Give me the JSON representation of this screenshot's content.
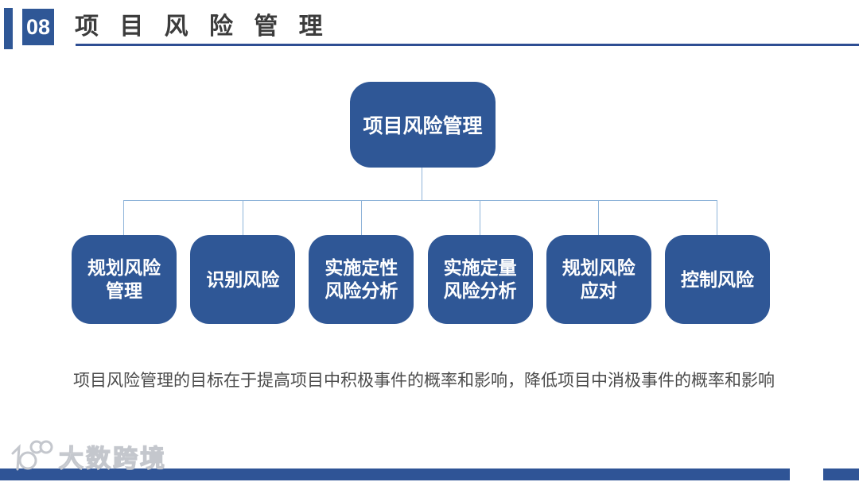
{
  "header": {
    "number": "08",
    "title": "项 目 风 险 管 理"
  },
  "diagram": {
    "root_label": "项目风险管理",
    "children": [
      {
        "label": "规划风险\n管理"
      },
      {
        "label": "识别风险"
      },
      {
        "label": "实施定性\n风险分析"
      },
      {
        "label": "实施定量\n风险分析"
      },
      {
        "label": "规划风险\n应对"
      },
      {
        "label": "控制风险"
      }
    ]
  },
  "description": "项目风险管理的目标在于提高项目中积极事件的概率和影响，降低项目中消极事件的概率和影响",
  "watermark": {
    "logo": "100-logo",
    "text": "大数跨境"
  },
  "colors": {
    "primary_blue": "#2F5796",
    "underline_navy": "#2E4E93",
    "connector_blue": "#8FB4D9",
    "bottom_bar_blue": "#2F5496",
    "title_text": "#3C3C3C",
    "body_text": "#4B4B4B"
  }
}
